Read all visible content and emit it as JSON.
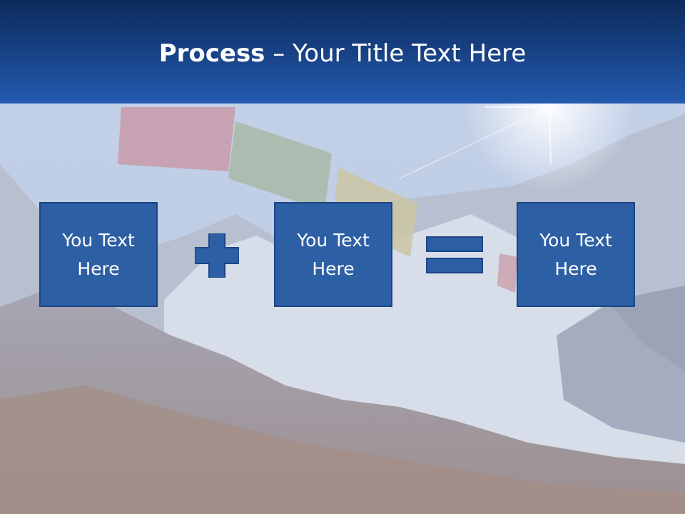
{
  "title": {
    "bold": "Process",
    "rest": " – Your Title Text Here"
  },
  "boxes": [
    {
      "text": "You Text Here"
    },
    {
      "text": "You Text Here"
    },
    {
      "text": "You Text Here"
    }
  ],
  "operators": [
    "plus-icon",
    "equals-icon"
  ],
  "colors": {
    "header_dark": "#0d2a5b",
    "header_light": "#245bb0",
    "box_fill": "#2d5fa5",
    "box_border": "#1c4585",
    "operator_fill": "#2d5fa5"
  }
}
